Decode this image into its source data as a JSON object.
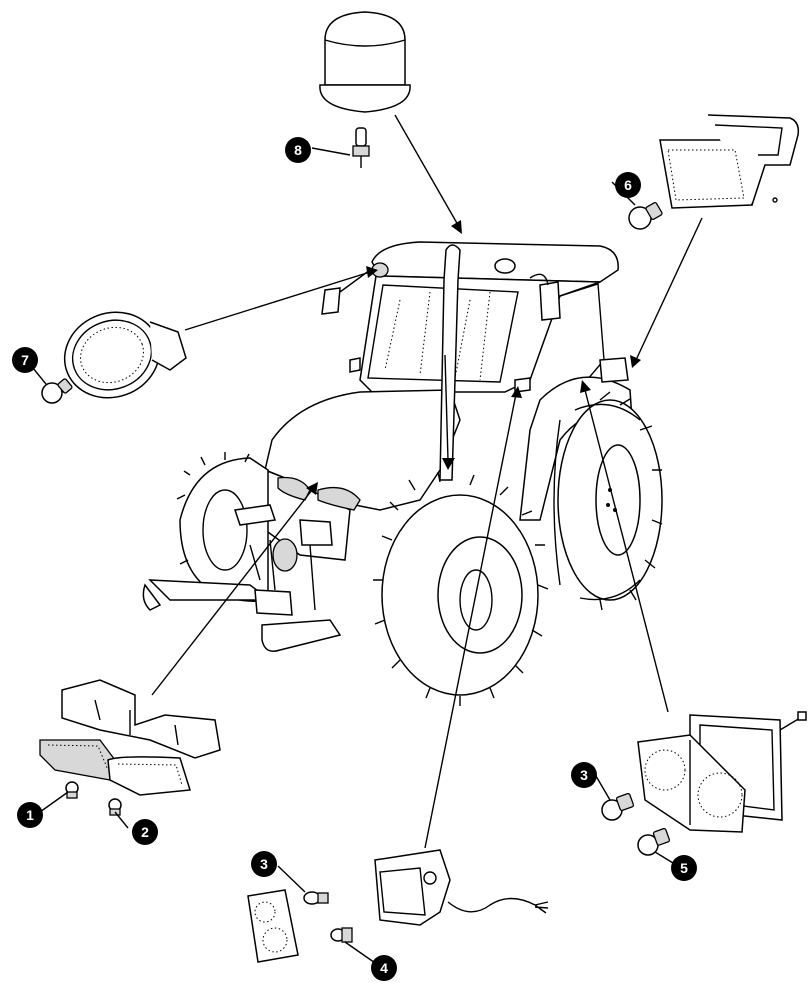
{
  "callouts": [
    {
      "id": "1",
      "label": "1"
    },
    {
      "id": "2",
      "label": "2"
    },
    {
      "id": "3a",
      "label": "3"
    },
    {
      "id": "3b",
      "label": "3"
    },
    {
      "id": "4",
      "label": "4"
    },
    {
      "id": "5",
      "label": "5"
    },
    {
      "id": "6",
      "label": "6"
    },
    {
      "id": "7",
      "label": "7"
    },
    {
      "id": "8",
      "label": "8"
    }
  ],
  "colors": {
    "line": "#000000",
    "badge": "#000000",
    "badge_text": "#ffffff",
    "background": "#ffffff"
  }
}
